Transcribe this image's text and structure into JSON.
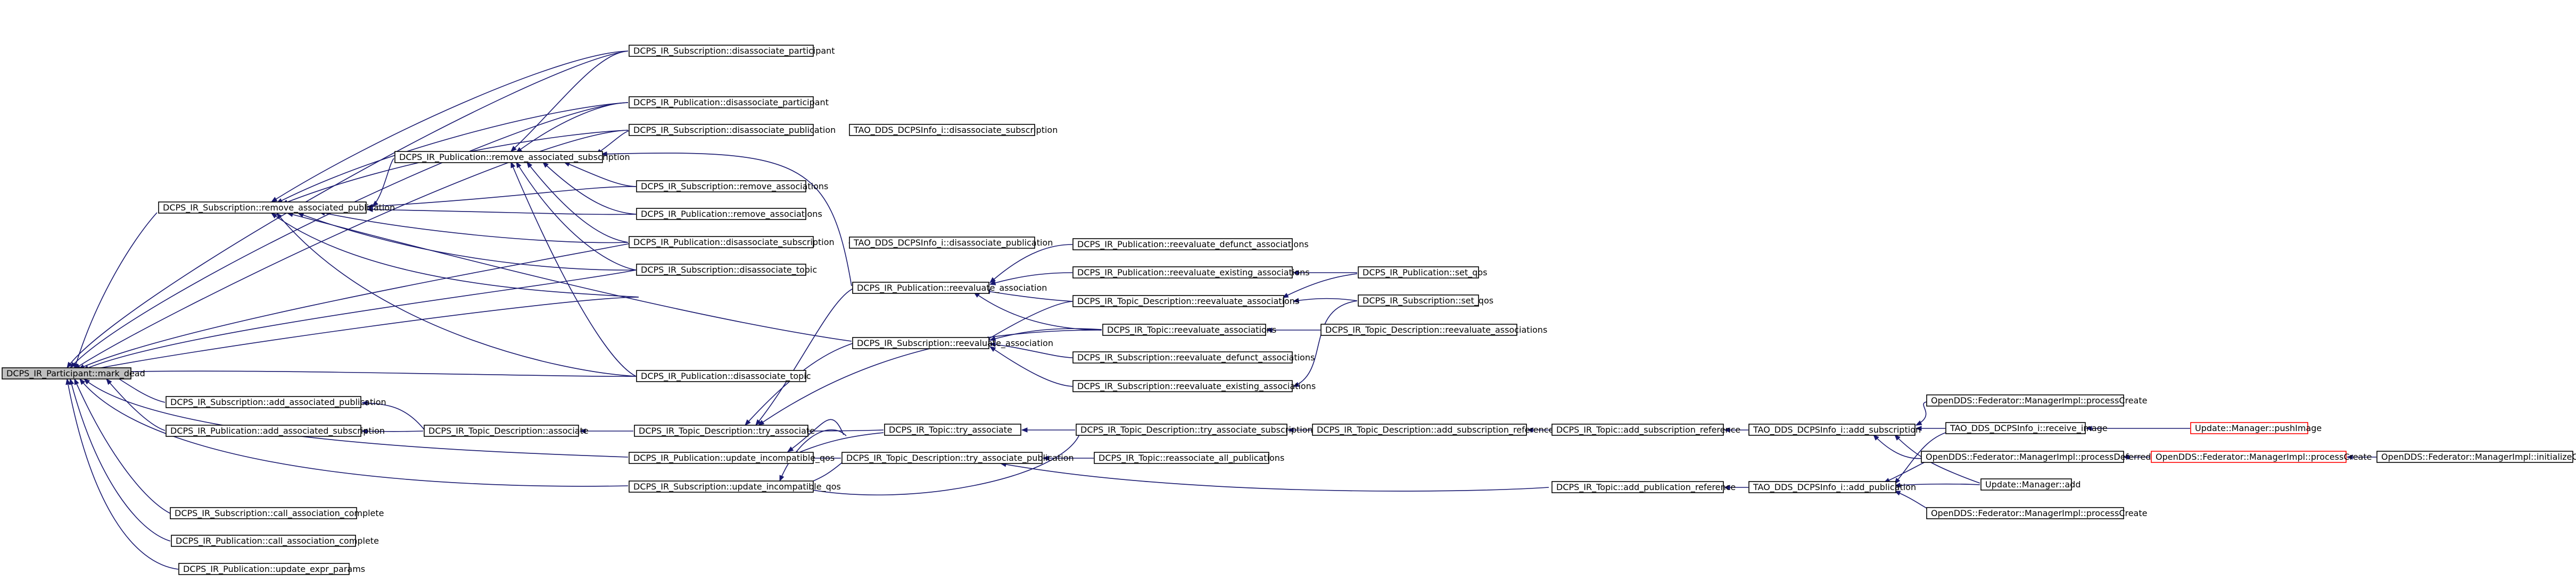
{
  "colors": {
    "edge": "#191970",
    "root_fill": "#bfbfbf",
    "truncated_border": "#ff0000",
    "node_border": "#000000"
  },
  "nodes": {
    "root": "DCPS_IR_Participant::mark_dead",
    "n1": "DCPS_IR_Subscription::remove_associated_publication",
    "n2": "DCPS_IR_Subscription::add_associated_publication",
    "n3": "DCPS_IR_Publication::add_associated_subscription",
    "n4": "DCPS_IR_Subscription::call_association_complete",
    "n5": "DCPS_IR_Publication::call_association_complete",
    "n6": "DCPS_IR_Publication::update_expr_params",
    "n7": "DCPS_IR_Publication::remove_associated_subscription",
    "n8": "DCPS_IR_Topic_Description::associate",
    "n9": "DCPS_IR_Subscription::disassociate_participant",
    "n10": "DCPS_IR_Publication::disassociate_participant",
    "n11": "DCPS_IR_Subscription::disassociate_publication",
    "n12": "DCPS_IR_Subscription::remove_associations",
    "n13": "DCPS_IR_Publication::remove_associations",
    "n14": "DCPS_IR_Publication::disassociate_subscription",
    "n15": "DCPS_IR_Subscription::disassociate_topic",
    "n16": "DCPS_IR_Publication::disassociate_topic",
    "n17": "DCPS_IR_Topic_Description::try_associate",
    "n18": "DCPS_IR_Publication::update_incompatible_qos",
    "n19": "DCPS_IR_Subscription::update_incompatible_qos",
    "n20": "TAO_DDS_DCPSInfo_i::disassociate_subscription",
    "n21": "TAO_DDS_DCPSInfo_i::disassociate_publication",
    "n22": "DCPS_IR_Publication::reevaluate_association",
    "n23": "DCPS_IR_Subscription::reevaluate_association",
    "n24": "DCPS_IR_Topic::try_associate",
    "n25": "DCPS_IR_Topic_Description::try_associate_publication",
    "n26": "DCPS_IR_Publication::reevaluate_defunct_associations",
    "n27": "DCPS_IR_Publication::reevaluate_existing_associations",
    "n28": "DCPS_IR_Topic_Description::reevaluate_associations",
    "n29": "DCPS_IR_Topic::reevaluate_associations",
    "n30": "DCPS_IR_Subscription::reevaluate_defunct_associations",
    "n31": "DCPS_IR_Subscription::reevaluate_existing_associations",
    "n32": "DCPS_IR_Topic_Description::try_associate_subscription",
    "n33": "DCPS_IR_Topic::reassociate_all_publications",
    "n34": "DCPS_IR_Publication::set_qos",
    "n35": "DCPS_IR_Subscription::set_qos",
    "n36": "DCPS_IR_Topic_Description::reevaluate_associations",
    "n37": "DCPS_IR_Topic_Description::add_subscription_reference",
    "n38": "DCPS_IR_Topic::add_subscription_reference",
    "n39": "DCPS_IR_Topic::add_publication_reference",
    "n40": "TAO_DDS_DCPSInfo_i::add_subscription",
    "n41": "TAO_DDS_DCPSInfo_i::add_publication",
    "n42": "OpenDDS::Federator::ManagerImpl::processCreate",
    "n43": "TAO_DDS_DCPSInfo_i::receive_image",
    "n44": "OpenDDS::Federator::ManagerImpl::processDeferred",
    "n45": "Update::Manager::add",
    "n46": "OpenDDS::Federator::ManagerImpl::processCreate",
    "n47": "Update::Manager::pushImage",
    "n48": "OpenDDS::Federator::ManagerImpl::processCreate",
    "n49": "OpenDDS::Federator::ManagerImpl::initializeOwner"
  }
}
